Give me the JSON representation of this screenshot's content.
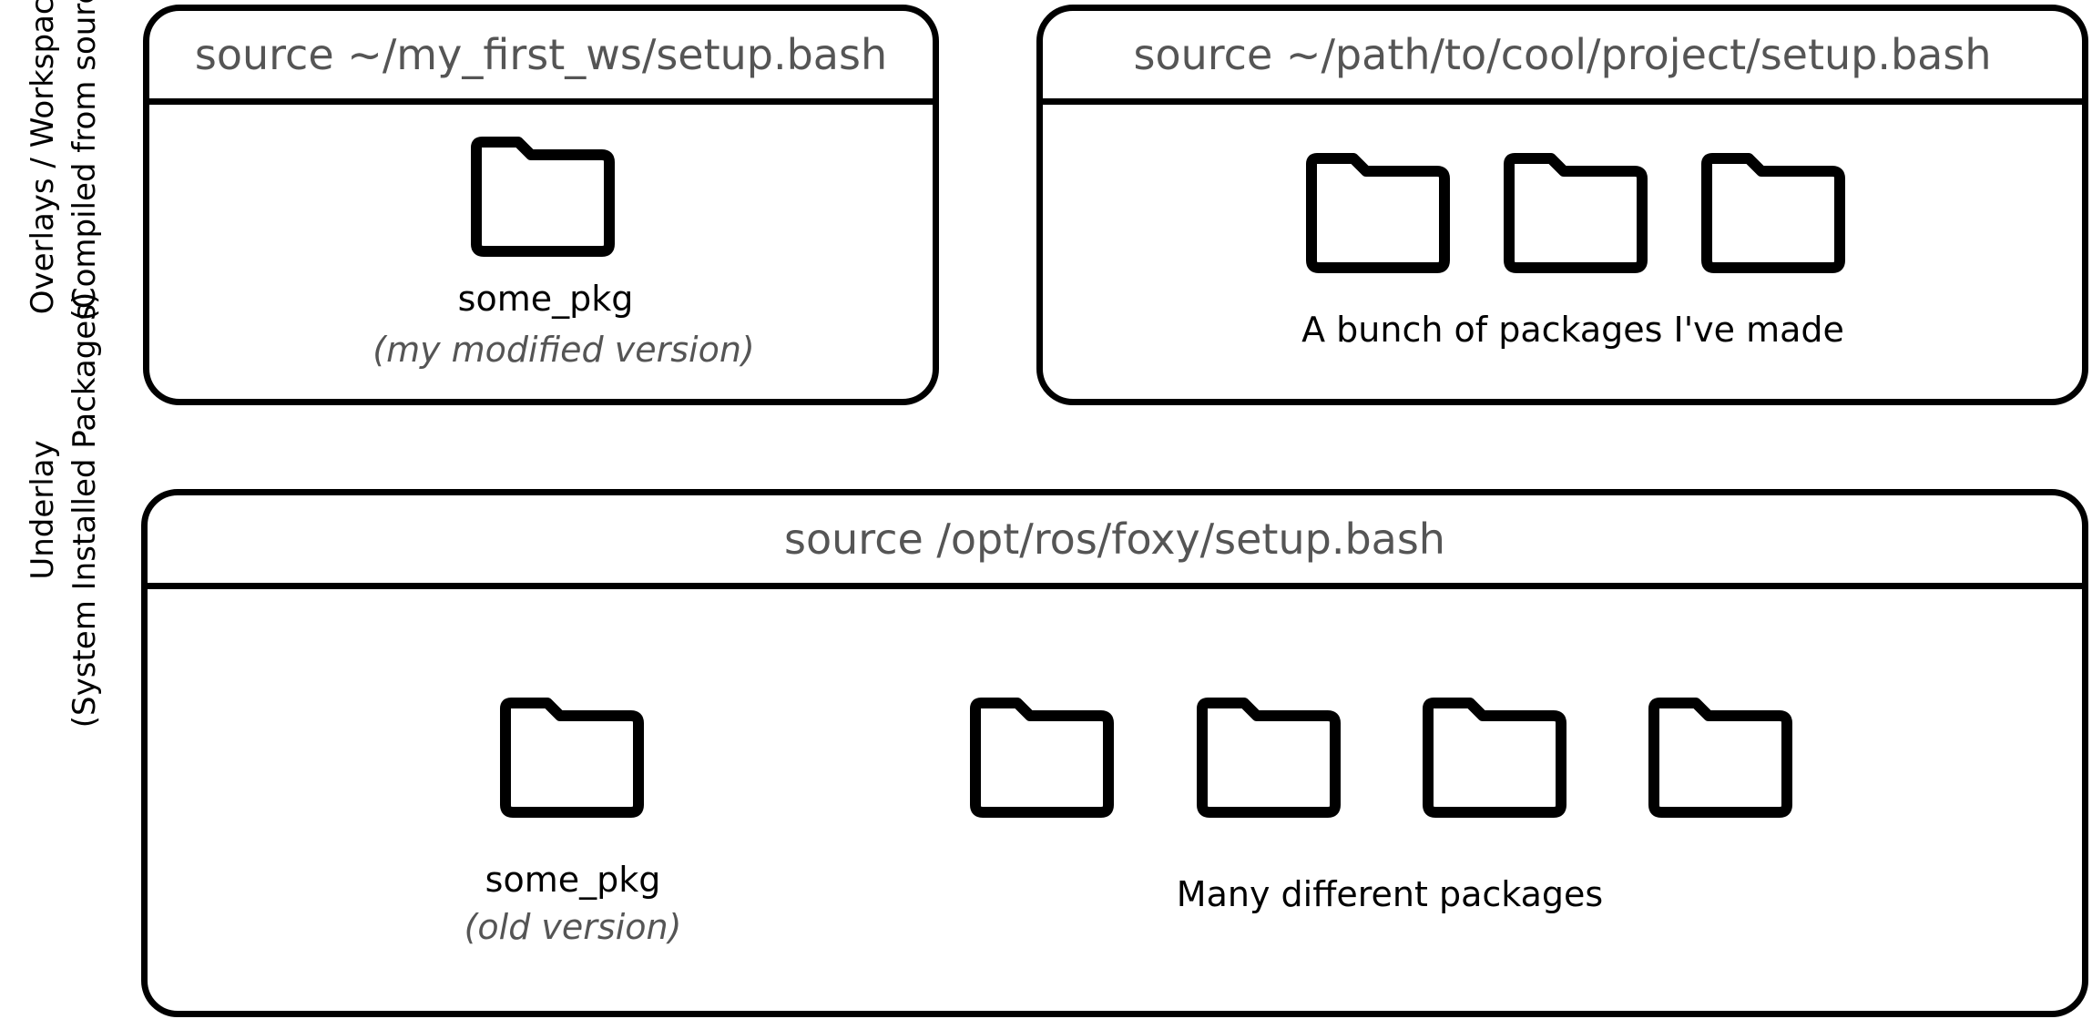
{
  "labels": {
    "overlays_line1": "Overlays / Workspaces",
    "overlays_line2": "(Compiled from source)",
    "underlay_line1": "Underlay",
    "underlay_line2": "(System Installed Packages)"
  },
  "boxes": {
    "my_first_ws": {
      "header": "source ~/my_first_ws/setup.bash",
      "pkg_name": "some_pkg",
      "pkg_note": "(my modified version)"
    },
    "cool_project": {
      "header": "source ~/path/to/cool/project/setup.bash",
      "caption": "A bunch of packages I've  made"
    },
    "underlay": {
      "header": "source /opt/ros/foxy/setup.bash",
      "pkg_name": "some_pkg",
      "pkg_note": "(old version)",
      "caption": "Many different packages"
    }
  },
  "icons": {
    "folder": "folder-icon"
  },
  "colors": {
    "stroke": "#000000",
    "header_text": "#555555",
    "note_text": "#555555"
  }
}
